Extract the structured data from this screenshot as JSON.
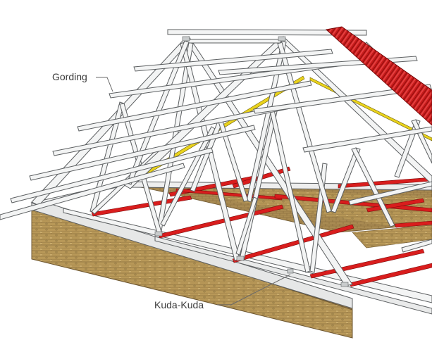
{
  "labels": {
    "gording": "Gording",
    "kuda_kuda": "Kuda-Kuda"
  },
  "colors": {
    "steel": "#f3f4f4",
    "steel_edge": "#5c5f61",
    "steel_shade": "#c9cccd",
    "bracing": "#d91d1d",
    "tie_rod": "#e9d21c",
    "roof_sheet": "#c81a1a",
    "wall_brick": "#b89858",
    "ring_beam": "#e6e7e7",
    "callout_line": "#6a6a6a"
  },
  "components": [
    "gording",
    "kuda-kuda",
    "bracing",
    "tie-rod",
    "roof-sheet",
    "ring-beam",
    "brick-wall"
  ]
}
